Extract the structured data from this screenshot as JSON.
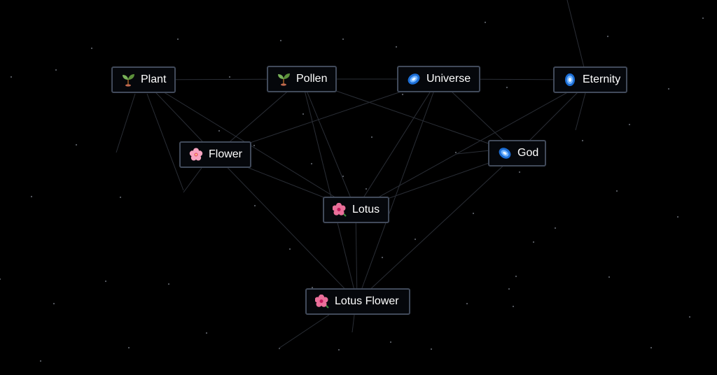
{
  "nodes": [
    {
      "id": "plant",
      "label": "Plant",
      "icon": "seedling-icon"
    },
    {
      "id": "pollen",
      "label": "Pollen",
      "icon": "seedling-icon"
    },
    {
      "id": "universe",
      "label": "Universe",
      "icon": "galaxy-icon"
    },
    {
      "id": "eternity",
      "label": "Eternity",
      "icon": "galaxy-icon"
    },
    {
      "id": "flower",
      "label": "Flower",
      "icon": "cherry-blossom-icon"
    },
    {
      "id": "god",
      "label": "God",
      "icon": "galaxy-icon"
    },
    {
      "id": "lotus",
      "label": "Lotus",
      "icon": "hibiscus-icon"
    },
    {
      "id": "lotus-flower",
      "label": "Lotus Flower",
      "icon": "hibiscus-icon"
    }
  ],
  "colors": {
    "background": "#000000",
    "node_border": "#414a5a",
    "node_fill": "#05070b",
    "link": "#2a2e36",
    "star": "#5b5f66"
  }
}
